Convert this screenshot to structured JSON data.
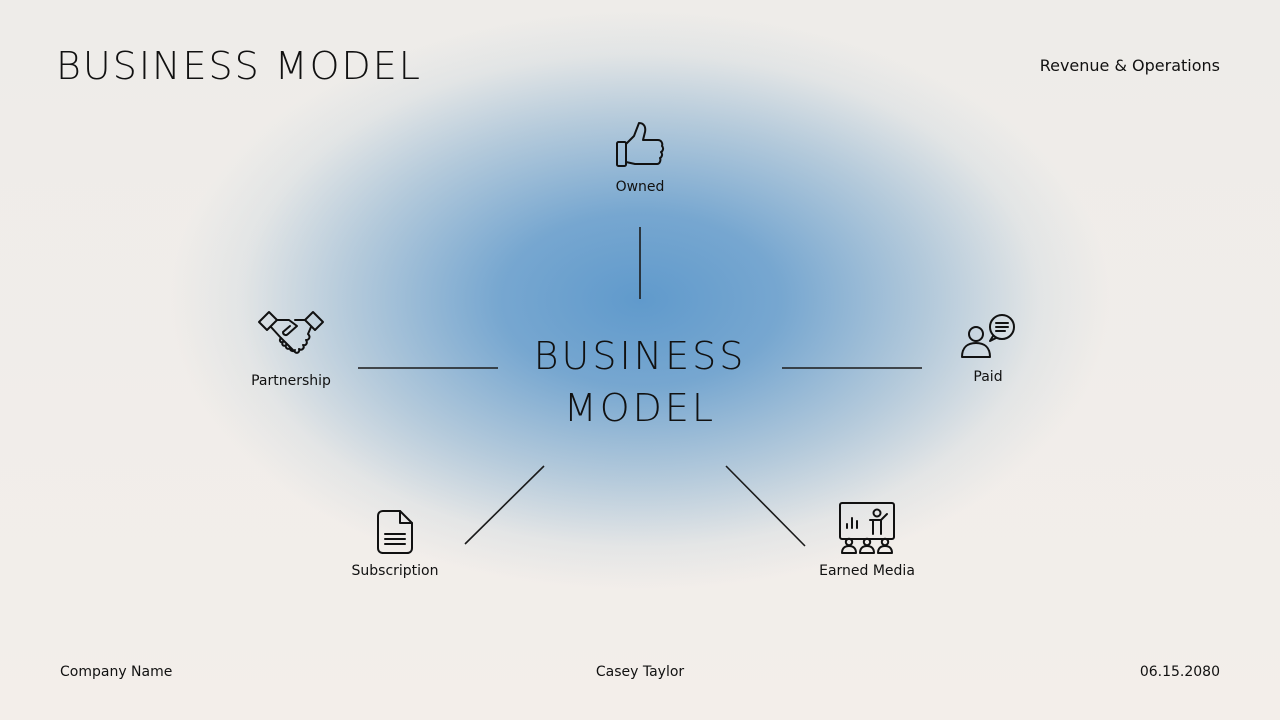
{
  "header": {
    "title": "BUSINESS MODEL",
    "subtitle": "Revenue & Operations"
  },
  "center": {
    "line1": "BUSINESS",
    "line2": "MODEL"
  },
  "nodes": [
    {
      "label": "Owned",
      "icon": "thumbs-up-icon"
    },
    {
      "label": "Partnership",
      "icon": "handshake-icon"
    },
    {
      "label": "Paid",
      "icon": "user-chat-icon"
    },
    {
      "label": "Subscription",
      "icon": "document-icon"
    },
    {
      "label": "Earned Media",
      "icon": "presentation-audience-icon"
    }
  ],
  "footer": {
    "company": "Company Name",
    "presenter": "Casey Taylor",
    "date": "06.15.2080"
  }
}
